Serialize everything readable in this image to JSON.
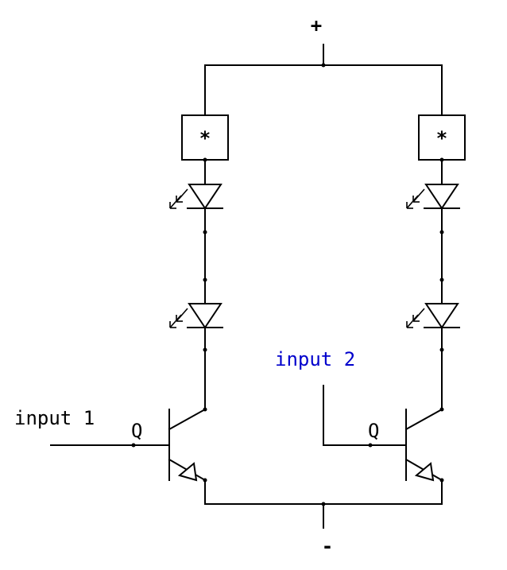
{
  "labels": {
    "positive": "+",
    "negative": "-",
    "input1": "input 1",
    "input2": "input 2",
    "transistor_left": "Q",
    "transistor_right": "Q",
    "resistor_left": "*",
    "resistor_right": "*"
  },
  "colors": {
    "wire": "#000000",
    "input2_label": "#0000cc",
    "background": "#ffffff"
  }
}
